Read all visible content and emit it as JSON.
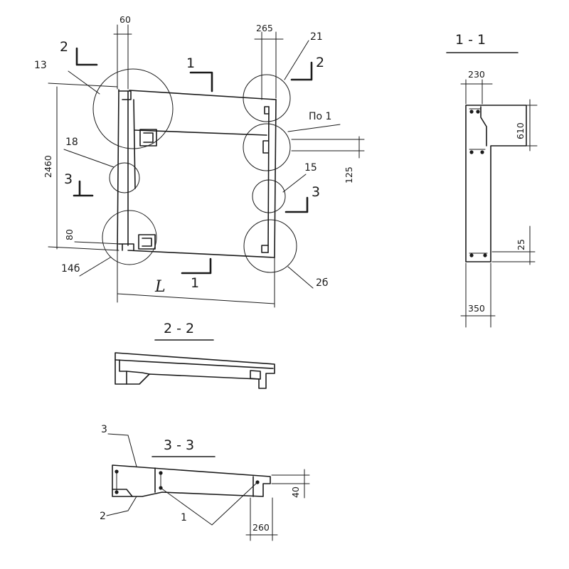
{
  "plan": {
    "dims": {
      "top_left": "60",
      "top_right": "265",
      "height": "2460",
      "side_right": "125",
      "bottom_left": "80",
      "span": "L"
    },
    "leaders": {
      "l13": "13",
      "l21": "21",
      "lpo1": "По 1",
      "l18": "18",
      "l15": "15",
      "l14b": "14б",
      "l2b": "2б"
    },
    "cuts": {
      "c2_top": "2",
      "c2_right": "2",
      "c1_top": "1",
      "c1_bottom": "1",
      "c3_left": "3",
      "c3_right": "3"
    }
  },
  "section_1_1": {
    "title": "1 - 1",
    "dim_top": "230",
    "dim_upper": "610",
    "dim_lower": "25",
    "dim_bottom": "350"
  },
  "section_2_2": {
    "title": "2 - 2"
  },
  "section_3_3": {
    "title": "3 - 3",
    "leader_3": "3",
    "leader_2": "2",
    "leader_1": "1",
    "dim_right": "40",
    "dim_bottom": "260"
  }
}
